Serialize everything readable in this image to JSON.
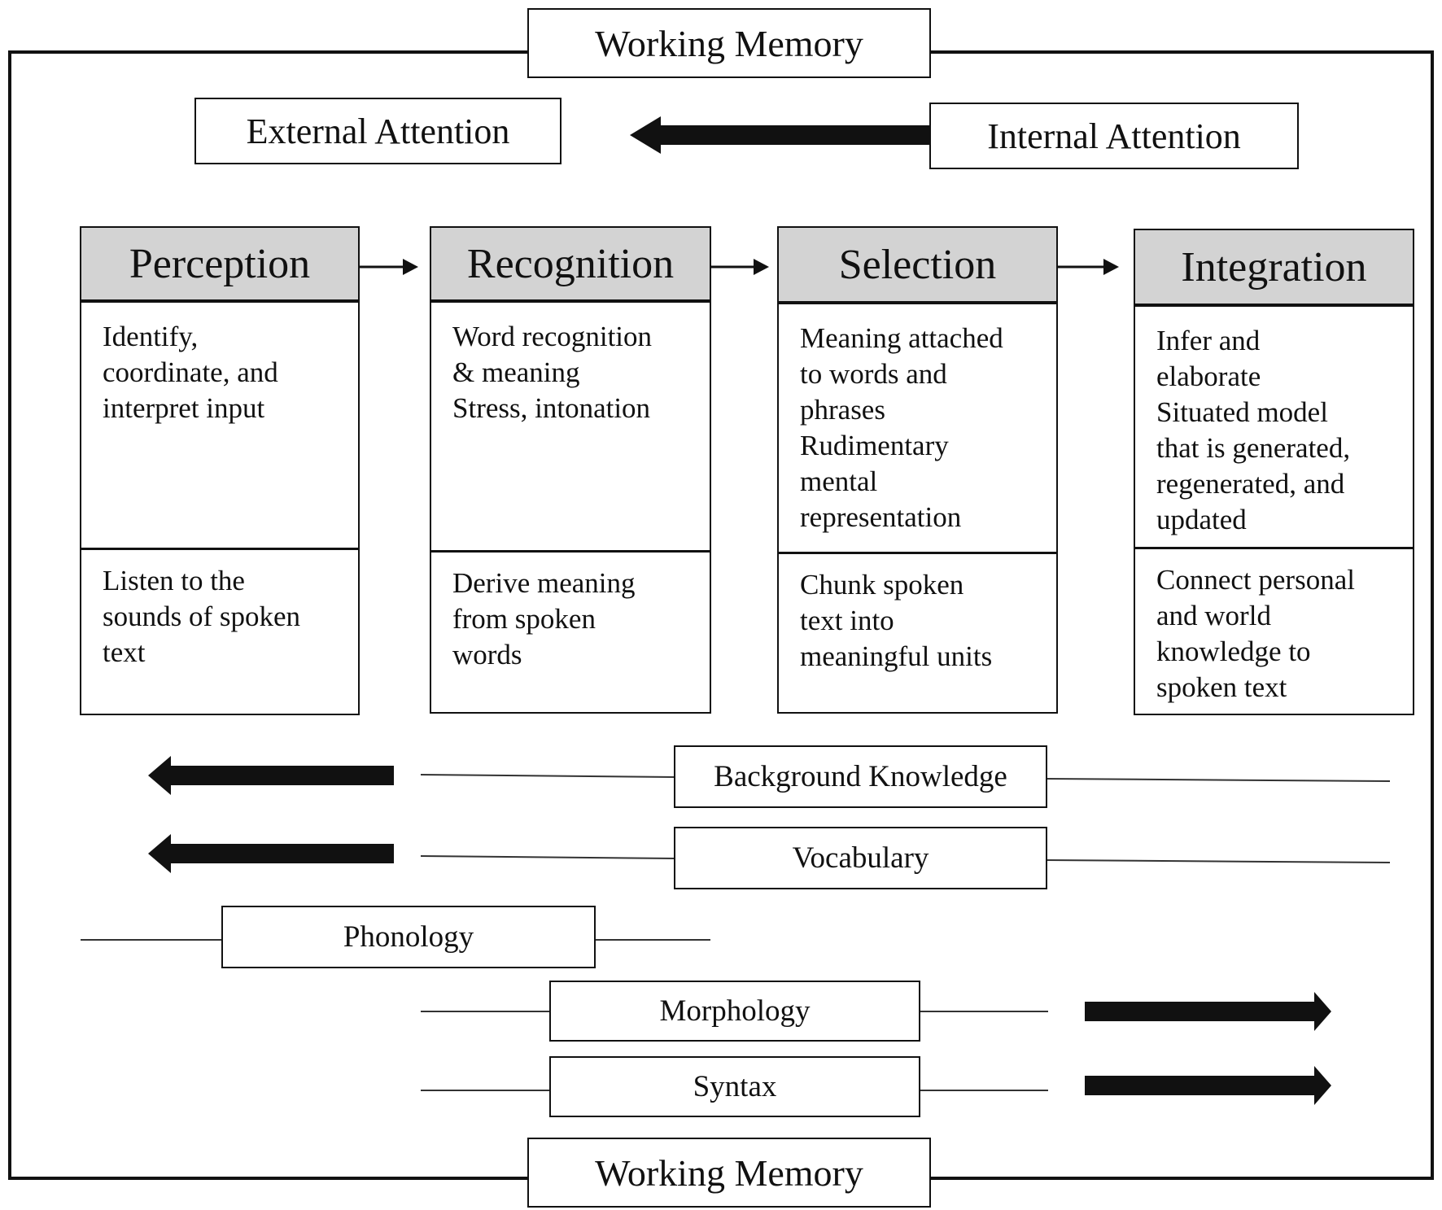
{
  "working_memory_top": "Working Memory",
  "working_memory_bottom": "Working Memory",
  "attention": {
    "external": "External Attention",
    "internal": "Internal Attention"
  },
  "stages": [
    {
      "title": "Perception",
      "process": "Identify,\ncoordinate, and\ninterpret input",
      "task": "Listen to the\nsounds of spoken\ntext"
    },
    {
      "title": "Recognition",
      "process": "Word recognition\n& meaning\nStress, intonation",
      "task": "Derive meaning\nfrom spoken\nwords"
    },
    {
      "title": "Selection",
      "process": "Meaning attached\nto words and\nphrases\nRudimentary\nmental\nrepresentation",
      "task": "Chunk spoken\ntext into\nmeaningful units"
    },
    {
      "title": "Integration",
      "process": "Infer and\nelaborate\nSituated model\nthat is generated,\nregenerated, and\nupdated",
      "task": "Connect personal\nand world\nknowledge to\nspoken text"
    }
  ],
  "knowledge": {
    "background": "Background Knowledge",
    "vocabulary": "Vocabulary",
    "phonology": "Phonology",
    "morphology": "Morphology",
    "syntax": "Syntax"
  }
}
